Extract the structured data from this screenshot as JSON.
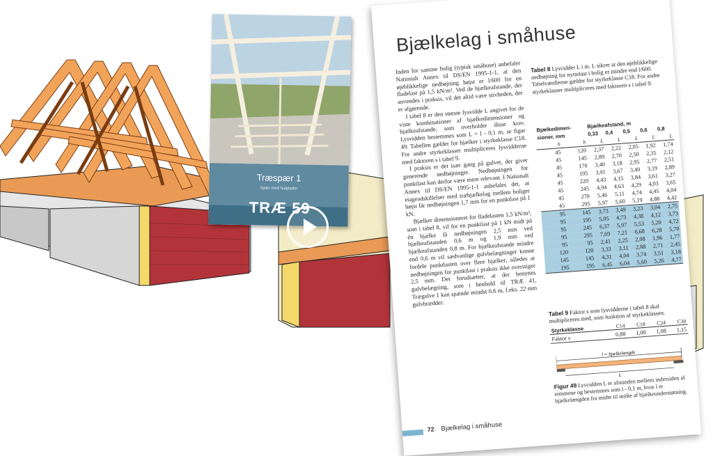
{
  "cover": {
    "title": "Træspær 1",
    "subtitle": "Spær med hulplader",
    "logo": "TRÆ 59",
    "band_color": "#5f8aa0"
  },
  "video": {
    "play_icon": "play-icon"
  },
  "page": {
    "title": "Bjælkelag i småhuse",
    "page_number": "72",
    "running_head": "Bjælkelag i småhuse",
    "accent_color": "#a9cfe0",
    "body": [
      "Inden for samme bolig (typisk småhuse) anbefaler Nationalt Annex til DS/EN 1995-1-1, at den øjeblikkelige nedbøjning højst er l/600 for en fladelast på 1,5 kN/m². Ved de bjælkeafstande, der anvendes i praksis, vil det altid være stivheden, der er afgørende.",
      "I tabel 8 er den største lysvidde L angivet for de viste kombinationer af bjælkedimensioner og bjælkeafstande, som overholder disse krav. Lysvidden bestemmes som L = l - 0,1 m, se figur 49. Tabellen gælder for bjælker i styrkeklasse C18. For andre styrkeklasser multipliceres lysvidderne med faktoren s i tabel 9.",
      "I praksis er det især gang på gulvet, der giver generende nedbøjninger. Nedbøjningen for punktlast kan derfor være mere relevant. I Nationalt Annex til DS/EN 1995-1-1 anbefales det, at etageadskillelser med træbjælkelag mellem boliger højst får nedbøjningen 1,7 mm for en punktlast på 1 kN.",
      "Bjælker dimensioneret for fladelasten 1,5 kN/m², som i tabel 8, vil for en punktlast på 1 kN midt på én bjælke få nedbøjningen 2,5 mm ved bjælkeafstanden 0,6 m og 1,9 mm ved bjælkeafstanden 0,8 m. For bjælkeafstande mindre end 0,6 m vil sædvanlige gulvbelægninger kunne fordele punktlasten over flere bjælker, således at nedbøjningen for punktlast i praksis ikke overstiger 2,5 mm. Det forudsætter, at der benyttes gulvbelægning, som i henhold til TRÆ 41, Trægulve 1 kan spænde mindst 0,6 m, f.eks. 22 mm gulvbrædder."
    ],
    "table8": {
      "caption_label": "Tabel 8",
      "caption_text": "Lysvidder L i m. L sikrer at den øjeblikkelige nedbøjning for nyttelast i bolig er mindre end l/600. Tabelværdierne gælder for styrkeklasse C18. For andre styrkeklasser multipliceres med faktoren s i tabel 9.",
      "header1": "Bjælkedimen-",
      "header1b": "sioner, mm",
      "header2": "Bjælkeafstand, m",
      "spacings": [
        "0,33",
        "0,4",
        "0,5",
        "0,6",
        "0,8"
      ],
      "sub": [
        "b",
        "h",
        "L",
        "L",
        "L",
        "L",
        "L"
      ],
      "rows": [
        {
          "b": "45",
          "h": "120",
          "v": [
            "2,37",
            "2,22",
            "2,05",
            "1,92",
            "1,74"
          ],
          "hl": false
        },
        {
          "b": "45",
          "h": "145",
          "v": [
            "2,89",
            "2,70",
            "2,50",
            "2,35",
            "2,12"
          ],
          "hl": false
        },
        {
          "b": "45",
          "h": "170",
          "v": [
            "3,40",
            "3,18",
            "2,95",
            "2,77",
            "2,51"
          ],
          "hl": false
        },
        {
          "b": "45",
          "h": "195",
          "v": [
            "3,91",
            "3,67",
            "3,40",
            "3,19",
            "2,89"
          ],
          "hl": false
        },
        {
          "b": "45",
          "h": "220",
          "v": [
            "4,43",
            "4,15",
            "3,84",
            "3,61",
            "3,27"
          ],
          "hl": false
        },
        {
          "b": "45",
          "h": "245",
          "v": [
            "4,94",
            "4,63",
            "4,29",
            "4,03",
            "3,65"
          ],
          "hl": false
        },
        {
          "b": "45",
          "h": "270",
          "v": [
            "5,46",
            "5,11",
            "4,74",
            "4,45",
            "4,04"
          ],
          "hl": false
        },
        {
          "b": "45",
          "h": "295",
          "v": [
            "5,97",
            "5,60",
            "5,19",
            "4,88",
            "4,42"
          ],
          "hl": false
        },
        {
          "b": "95",
          "h": "145",
          "v": [
            "3,73",
            "3,49",
            "3,23",
            "3,04",
            "2,75"
          ],
          "hl": true
        },
        {
          "b": "95",
          "h": "195",
          "v": [
            "5,05",
            "4,73",
            "4,38",
            "4,12",
            "3,73"
          ],
          "hl": true
        },
        {
          "b": "95",
          "h": "245",
          "v": [
            "6,37",
            "5,97",
            "5,53",
            "5,20",
            "4,72"
          ],
          "hl": true
        },
        {
          "b": "95",
          "h": "295",
          "v": [
            "7,69",
            "7,21",
            "6,68",
            "6,28",
            "5,70"
          ],
          "hl": true
        },
        {
          "b": "95",
          "h": "95",
          "v": [
            "2,41",
            "2,25",
            "2,08",
            "1,96",
            "1,77"
          ],
          "hl": true
        },
        {
          "b": "120",
          "h": "120",
          "v": [
            "3,33",
            "3,11",
            "2,88",
            "2,71",
            "2,45"
          ],
          "hl": true
        },
        {
          "b": "145",
          "h": "145",
          "v": [
            "4,31",
            "4,04",
            "3,74",
            "3,51",
            "3,18"
          ],
          "hl": true
        },
        {
          "b": "195",
          "h": "195",
          "v": [
            "6,45",
            "6,04",
            "5,60",
            "5,26",
            "4,77"
          ],
          "hl": true
        }
      ]
    },
    "table9": {
      "caption_label": "Tabel 9",
      "caption_text": "Faktor s som lysvidderne i tabel 8 skal multipliceres med, som funktion af styrkeklassen.",
      "headers": [
        "Styrkeklasse",
        "C14",
        "C18",
        "C24",
        "C30"
      ],
      "row_label": "Faktor s",
      "values": [
        "0,88",
        "1,00",
        "1,08",
        "1,15"
      ]
    },
    "figure49": {
      "top_label": "l = bjælkelængde",
      "bottom_label": "L",
      "caption_label": "Figur 49",
      "caption_text": "Lysvidden L er afstanden mellem indersiden af remmene og bestemmes som l - 0,1 m, hvor l er bjælkelængden fra midte til midte af bjælkeunderstøtning."
    }
  }
}
